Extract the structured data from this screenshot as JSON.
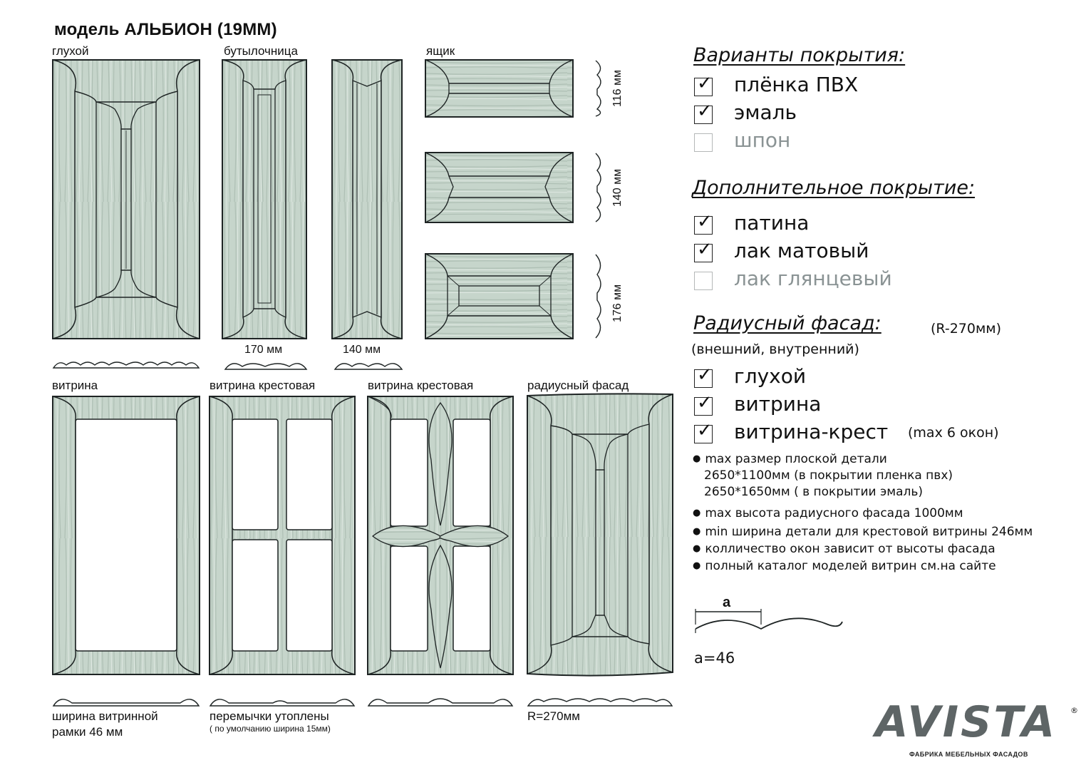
{
  "title": "модель АЛЬБИОН (19ММ)",
  "colors": {
    "wood": "#c4d3c9",
    "wood_dark": "#a9bcb0",
    "line": "#1e2424",
    "logo": "#5e6566"
  },
  "panels": {
    "gluhoi": "глухой",
    "butylochnica": "бутылочница",
    "yashik": "ящик",
    "vitrina": "витрина",
    "vitrina_krest_1": "витрина крестовая",
    "vitrina_krest_2": "витрина крестовая",
    "radius": "радиусный фасад"
  },
  "dims": {
    "w170": "170 мм",
    "w140": "140 мм",
    "h116": "116 мм",
    "h140": "140 мм",
    "h176": "176 мм",
    "frame_width_1": "ширина витринной",
    "frame_width_2": "рамки 46 мм",
    "bridges": "перемычки утоплены",
    "bridges_note": "( по умолчанию ширина 15мм)",
    "radius_value": "R=270мм"
  },
  "coverage": {
    "heading": "Варианты покрытия:",
    "options": [
      {
        "label": "плёнка ПВХ",
        "checked": true
      },
      {
        "label": "эмаль",
        "checked": true
      },
      {
        "label": "шпон",
        "checked": false
      }
    ]
  },
  "extra": {
    "heading": "Дополнительное покрытие:",
    "options": [
      {
        "label": "патина",
        "checked": true
      },
      {
        "label": "лак матовый",
        "checked": true
      },
      {
        "label": "лак глянцевый",
        "checked": false
      }
    ]
  },
  "radial": {
    "heading": "Радиусный фасад:",
    "radius_note": "(R-270мм)",
    "subnote": "(внешний, внутренний)",
    "options": [
      {
        "label": "глухой",
        "checked": true,
        "suffix": ""
      },
      {
        "label": "витрина",
        "checked": true,
        "suffix": ""
      },
      {
        "label": "витрина-крест",
        "checked": true,
        "suffix": "(max 6 окон)"
      }
    ]
  },
  "notes": [
    "max размер  плоской детали",
    "2650*1100мм (в покрытии пленка пвх)",
    "2650*1650мм ( в покрытии эмаль)",
    "max высота  радиусного фасада 1000мм",
    "min ширина детали для крестовой витрины 246мм",
    "колличество окон зависит от высоты фасада",
    "полный каталог моделей витрин см.на сайте"
  ],
  "profile": {
    "label": "a",
    "value": "a=46"
  },
  "logo": {
    "name": "AVISTA",
    "mark": "®",
    "tagline": "ФАБРИКА МЕБЕЛЬНЫХ ФАСАДОВ"
  }
}
